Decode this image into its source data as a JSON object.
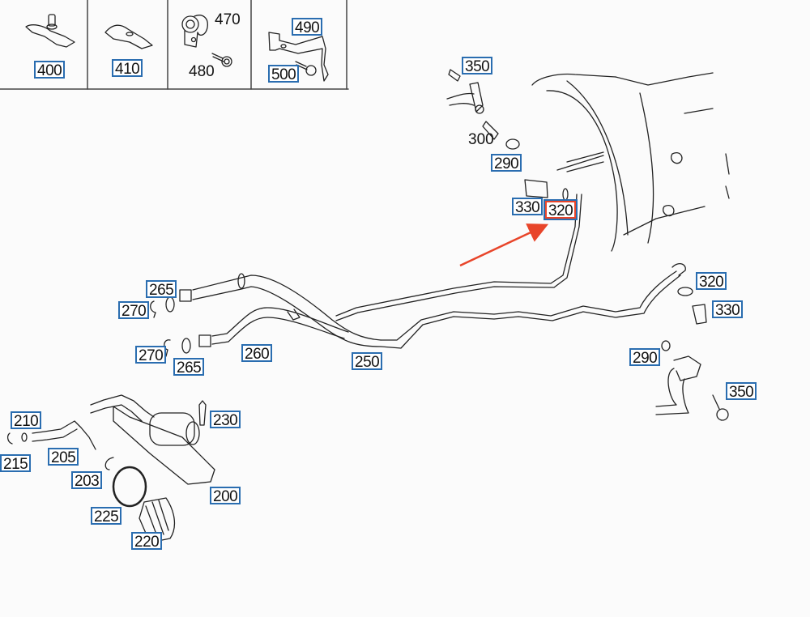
{
  "diagram": {
    "title": "Transmission oil cooler lines parts diagram",
    "highlight_color": "#e8452a",
    "callout_border_color": "#2a6db0",
    "inset_panel": {
      "cells": [
        {
          "callouts": [
            "400"
          ]
        },
        {
          "callouts": [
            "410"
          ]
        },
        {
          "plain_labels": [
            "470",
            "480"
          ]
        },
        {
          "callouts": [
            "490",
            "500"
          ]
        }
      ]
    },
    "callouts": [
      {
        "id": "c400",
        "label": "400"
      },
      {
        "id": "c410",
        "label": "410"
      },
      {
        "id": "c490",
        "label": "490"
      },
      {
        "id": "c500",
        "label": "500"
      },
      {
        "id": "c350a",
        "label": "350"
      },
      {
        "id": "c290a",
        "label": "290"
      },
      {
        "id": "c330a",
        "label": "330"
      },
      {
        "id": "c320a",
        "label": "320",
        "highlighted": true
      },
      {
        "id": "c265a",
        "label": "265"
      },
      {
        "id": "c270a",
        "label": "270"
      },
      {
        "id": "c270b",
        "label": "270"
      },
      {
        "id": "c265b",
        "label": "265"
      },
      {
        "id": "c260",
        "label": "260"
      },
      {
        "id": "c250",
        "label": "250"
      },
      {
        "id": "c320b",
        "label": "320"
      },
      {
        "id": "c330b",
        "label": "330"
      },
      {
        "id": "c290b",
        "label": "290"
      },
      {
        "id": "c350b",
        "label": "350"
      },
      {
        "id": "c210",
        "label": "210"
      },
      {
        "id": "c215",
        "label": "215"
      },
      {
        "id": "c205",
        "label": "205"
      },
      {
        "id": "c203",
        "label": "203"
      },
      {
        "id": "c230",
        "label": "230"
      },
      {
        "id": "c225",
        "label": "225"
      },
      {
        "id": "c220",
        "label": "220"
      },
      {
        "id": "c200",
        "label": "200"
      }
    ],
    "plain_labels": [
      {
        "id": "p470",
        "label": "470"
      },
      {
        "id": "p480",
        "label": "480"
      },
      {
        "id": "p300",
        "label": "300"
      }
    ],
    "annotation": {
      "type": "arrow",
      "points_to": "320",
      "color": "#e8452a"
    }
  }
}
